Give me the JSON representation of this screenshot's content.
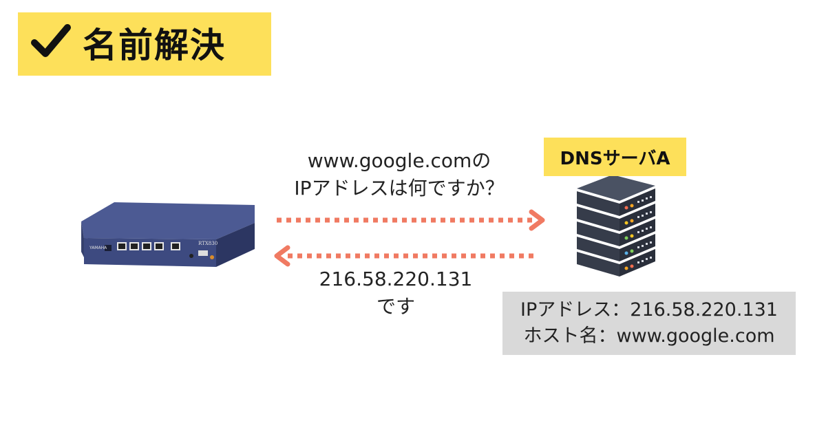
{
  "title": {
    "text": "名前解決",
    "icon": "check-icon"
  },
  "router": {
    "brand": "YAMAHA",
    "model": "RTX830"
  },
  "server": {
    "label": "DNSサーバA",
    "icon": "server-rack-icon"
  },
  "query": {
    "line1": "www.google.comの",
    "line2": "IPアドレスは何ですか？"
  },
  "answer": {
    "line1": "216.58.220.131",
    "line2": "です"
  },
  "record": {
    "line1": "IPアドレス：216.58.220.131",
    "line2": "ホスト名：www.google.com"
  },
  "colors": {
    "accent_yellow": "#fde05a",
    "arrow": "#f07a62",
    "record_bg": "#d9d9d9"
  }
}
